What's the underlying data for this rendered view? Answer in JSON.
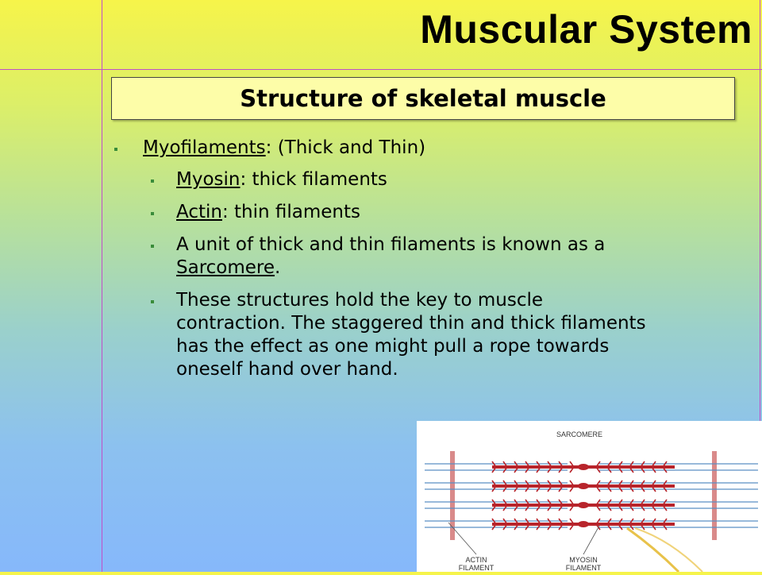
{
  "slide": {
    "title": "Muscular System",
    "subtitle": "Structure of skeletal muscle",
    "bullets": {
      "b1": {
        "term": "Myofilaments",
        "rest": ": (Thick and Thin)"
      },
      "b2": {
        "term": "Myosin",
        "rest": ": thick filaments"
      },
      "b3": {
        "term": "Actin",
        "rest": ": thin filaments"
      },
      "b4": {
        "pre": "A unit of thick and thin filaments is known as a ",
        "term": "Sarcomere",
        "post": "."
      },
      "b5": {
        "text": "These structures hold the key to muscle contraction. The staggered thin and thick filaments has the effect as one might pull a rope towards oneself hand over hand."
      }
    }
  },
  "diagram": {
    "title": "SARCOMERE",
    "actin_label_1": "ACTIN",
    "actin_label_2": "FILAMENT",
    "myosin_label_1": "MYOSIN",
    "myosin_label_2": "FILAMENT"
  },
  "colors": {
    "myosin": "#b8242b",
    "actin": "#5a8fc4",
    "z_line": "#d98a8a",
    "divider": "#c050c8",
    "bullet": "#3a8c3a"
  }
}
